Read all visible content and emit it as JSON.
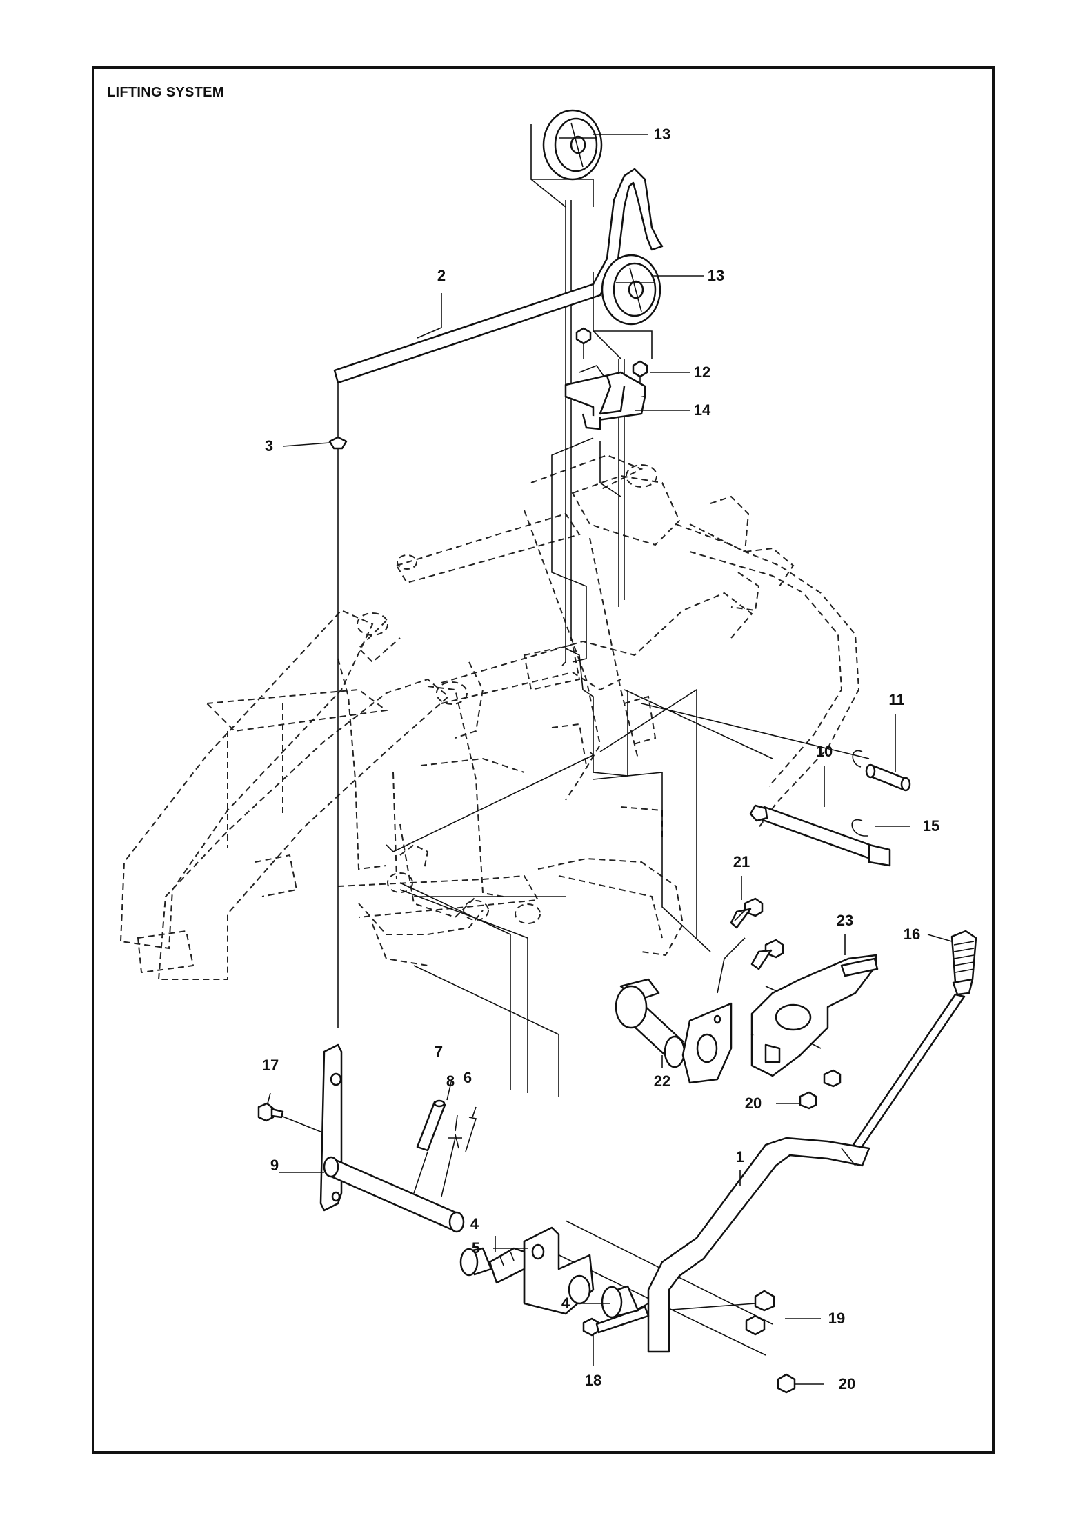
{
  "title": "LIFTING SYSTEM",
  "callouts": {
    "c1": "1",
    "c2": "2",
    "c3": "3",
    "c4a": "4",
    "c4b": "4",
    "c5": "5",
    "c6": "6",
    "c7": "7",
    "c8": "8",
    "c9": "9",
    "c10": "10",
    "c11": "11",
    "c12": "12",
    "c13a": "13",
    "c13b": "13",
    "c14": "14",
    "c15": "15",
    "c16": "16",
    "c17": "17",
    "c18": "18",
    "c19": "19",
    "c20a": "20",
    "c20b": "20",
    "c21": "21",
    "c22": "22",
    "c23": "23"
  }
}
